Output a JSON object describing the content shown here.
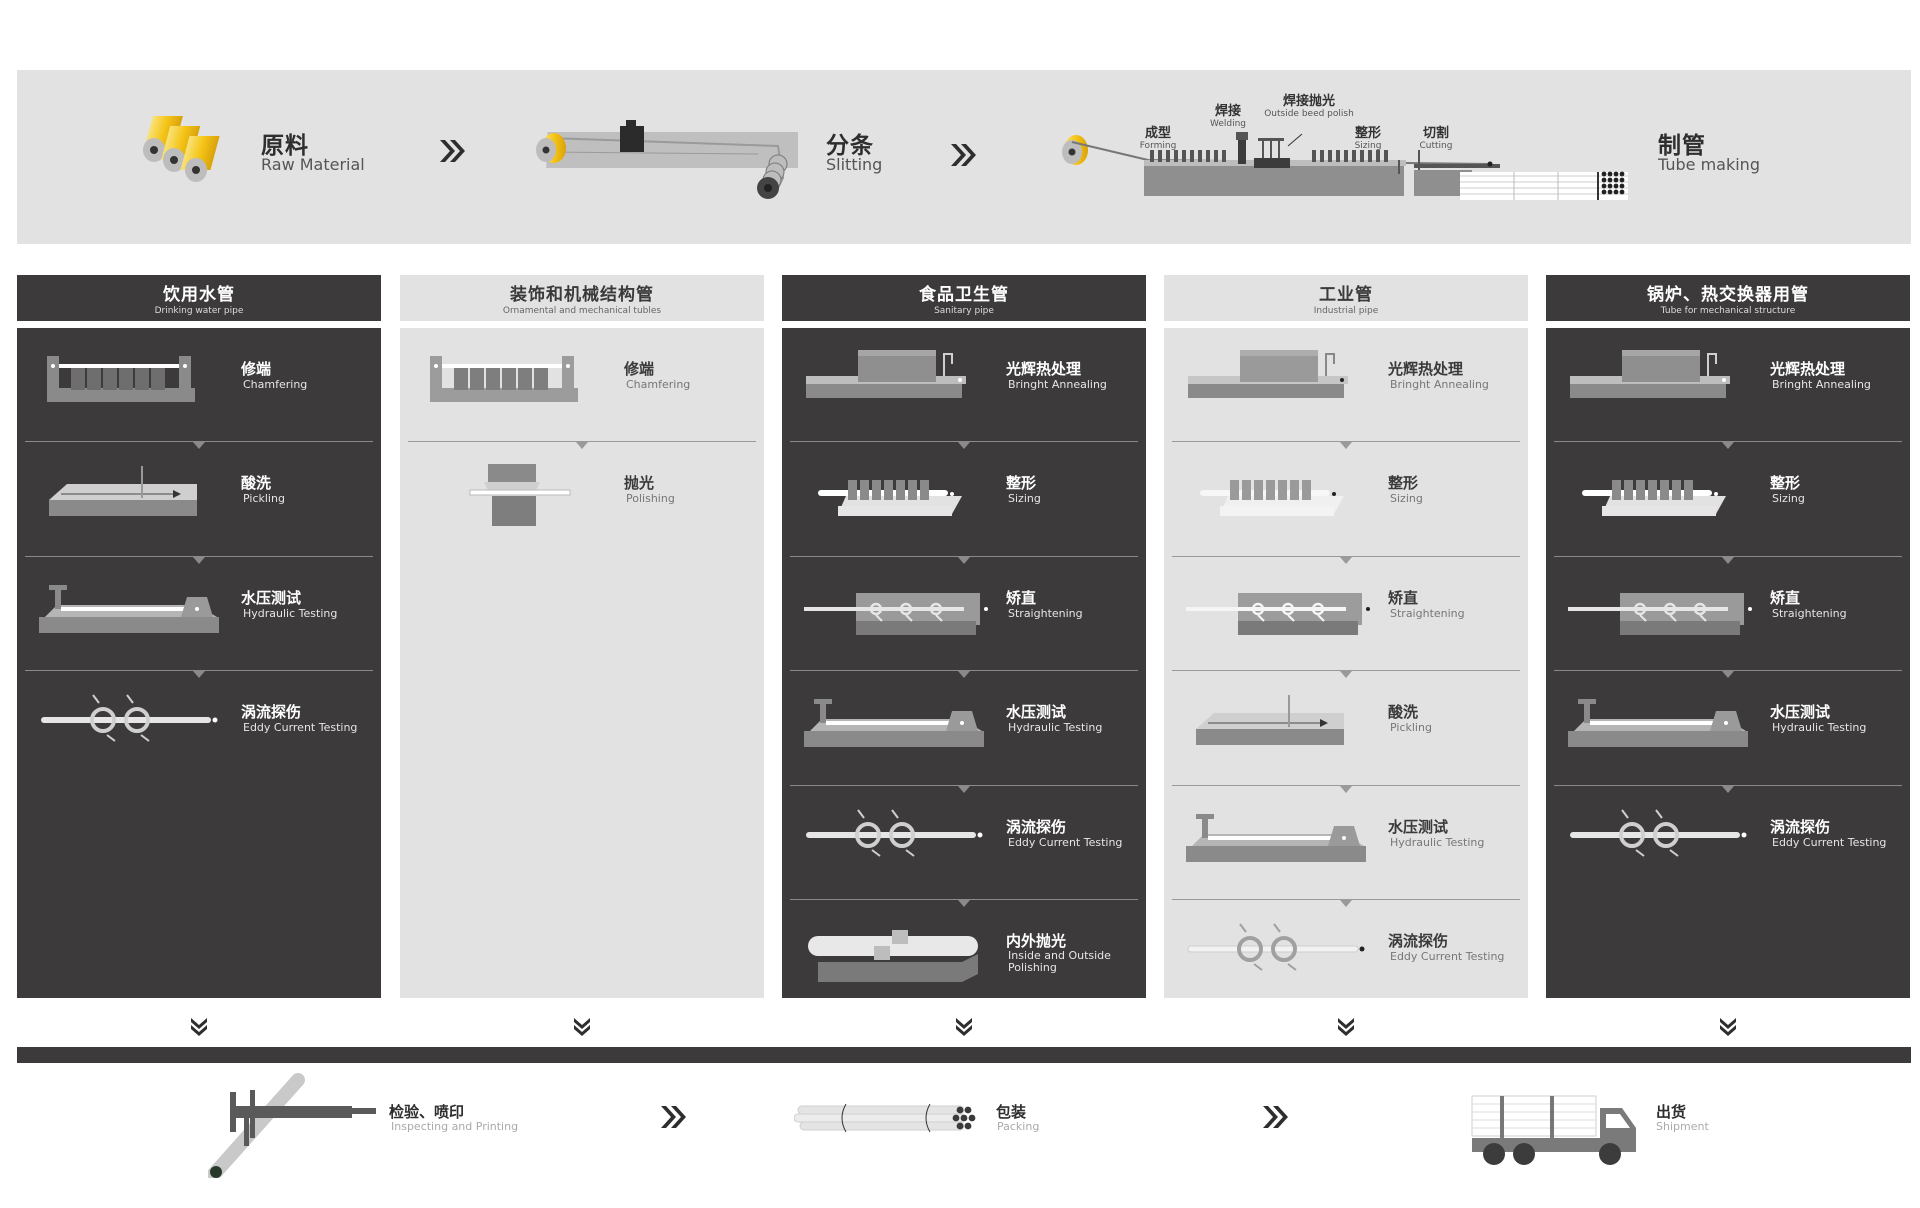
{
  "top_stages": [
    {
      "zh": "原料",
      "en": "Raw Material"
    },
    {
      "zh": "分条",
      "en": "Slitting"
    },
    {
      "zh": "制管",
      "en": "Tube making"
    }
  ],
  "tube_mill_labels": [
    {
      "zh": "成型",
      "en": "Forming"
    },
    {
      "zh": "焊接",
      "en": "Welding"
    },
    {
      "zh": "焊接抛光",
      "en": "Outside beed polish"
    },
    {
      "zh": "整形",
      "en": "Sizing"
    },
    {
      "zh": "切割",
      "en": "Cutting"
    }
  ],
  "columns": [
    {
      "zh": "饮用水管",
      "en": "Drinking water pipe",
      "theme": "dark",
      "steps": [
        {
          "zh": "修端",
          "en": "Chamfering",
          "icon": "chamfer-machine-icon"
        },
        {
          "zh": "酸洗",
          "en": "Pickling",
          "icon": "pickling-tank-icon"
        },
        {
          "zh": "水压测试",
          "en": "Hydraulic Testing",
          "icon": "hydraulic-tester-icon"
        },
        {
          "zh": "涡流探伤",
          "en": "Eddy Current Testing",
          "icon": "eddy-current-icon"
        }
      ]
    },
    {
      "zh": "装饰和机械结构管",
      "en": "Ornamental and mechanical tubles",
      "theme": "light",
      "steps": [
        {
          "zh": "修端",
          "en": "Chamfering",
          "icon": "chamfer-machine-icon"
        },
        {
          "zh": "抛光",
          "en": "Polishing",
          "icon": "polishing-machine-icon"
        }
      ]
    },
    {
      "zh": "食品卫生管",
      "en": "Sanitary pipe",
      "theme": "dark",
      "steps": [
        {
          "zh": "光辉热处理",
          "en": "Bringht Annealing",
          "icon": "annealing-furnace-icon"
        },
        {
          "zh": "整形",
          "en": "Sizing",
          "icon": "sizing-rollers-icon"
        },
        {
          "zh": "矫直",
          "en": "Straightening",
          "icon": "straightener-icon"
        },
        {
          "zh": "水压测试",
          "en": "Hydraulic Testing",
          "icon": "hydraulic-tester-icon"
        },
        {
          "zh": "涡流探伤",
          "en": "Eddy Current Testing",
          "icon": "eddy-current-icon"
        },
        {
          "zh": "内外抛光",
          "en": "Inside and Outside Polishing",
          "icon": "inner-outer-polish-icon"
        }
      ]
    },
    {
      "zh": "工业管",
      "en": "Industrial pipe",
      "theme": "light",
      "steps": [
        {
          "zh": "光辉热处理",
          "en": "Bringht Annealing",
          "icon": "annealing-furnace-icon"
        },
        {
          "zh": "整形",
          "en": "Sizing",
          "icon": "sizing-rollers-icon"
        },
        {
          "zh": "矫直",
          "en": "Straightening",
          "icon": "straightener-icon"
        },
        {
          "zh": "酸洗",
          "en": "Pickling",
          "icon": "pickling-tank-icon"
        },
        {
          "zh": "水压测试",
          "en": "Hydraulic Testing",
          "icon": "hydraulic-tester-icon"
        },
        {
          "zh": "涡流探伤",
          "en": "Eddy Current Testing",
          "icon": "eddy-current-icon"
        }
      ]
    },
    {
      "zh": "锅炉、热交换器用管",
      "en": "Tube for mechanical structure",
      "theme": "dark",
      "steps": [
        {
          "zh": "光辉热处理",
          "en": "Bringht Annealing",
          "icon": "annealing-furnace-icon"
        },
        {
          "zh": "整形",
          "en": "Sizing",
          "icon": "sizing-rollers-icon"
        },
        {
          "zh": "矫直",
          "en": "Straightening",
          "icon": "straightener-icon"
        },
        {
          "zh": "水压测试",
          "en": "Hydraulic Testing",
          "icon": "hydraulic-tester-icon"
        },
        {
          "zh": "涡流探伤",
          "en": "Eddy Current Testing",
          "icon": "eddy-current-icon"
        }
      ]
    }
  ],
  "final_stages": [
    {
      "zh": "检验、喷印",
      "en": "Inspecting and Printing",
      "icon": "caliper-icon"
    },
    {
      "zh": "包装",
      "en": "Packing",
      "icon": "pipe-bundle-icon"
    },
    {
      "zh": "出货",
      "en": "Shipment",
      "icon": "truck-icon"
    }
  ],
  "colors": {
    "dark_panel": "#3c3a3b",
    "light_panel": "#e2e2e2",
    "accent_gold": "#f5c518",
    "machine_gray": "#8a8a8a"
  }
}
